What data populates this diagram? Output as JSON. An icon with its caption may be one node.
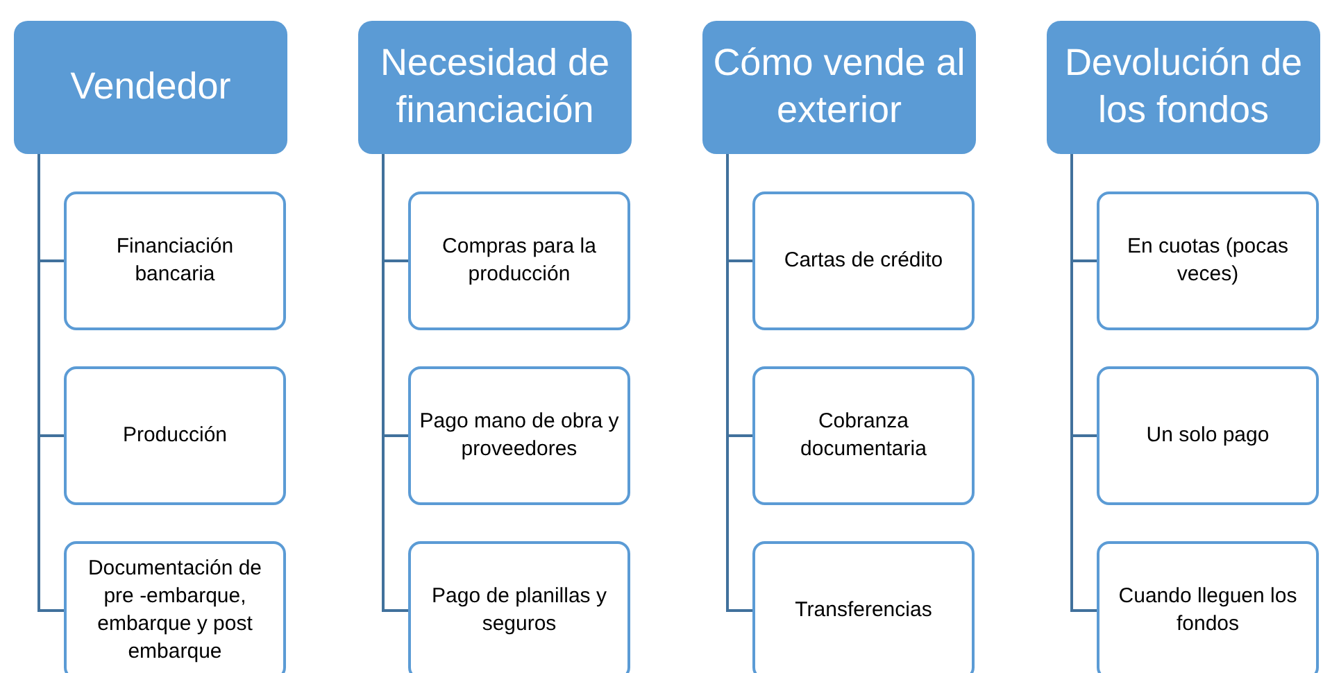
{
  "diagram": {
    "nodes": [
      {
        "text": [
          "Vendedor"
        ]
      },
      {
        "text": [
          "Financiación bancaria"
        ]
      },
      {
        "text": [
          "Producción"
        ]
      },
      {
        "text": [
          "Documentación de pre -embarque, embarque y post embarque"
        ]
      },
      {
        "text": [
          "Necesidad de financiación"
        ]
      },
      {
        "text": [
          "Compras para la producción"
        ]
      },
      {
        "text": [
          "Pago mano de obra y proveedores"
        ]
      },
      {
        "text": [
          "Pago de planillas y seguros"
        ]
      },
      {
        "text": [
          "Cómo vende al exterior"
        ]
      },
      {
        "text": [
          "Cartas de crédito"
        ]
      },
      {
        "text": [
          "Cobranza documentaria"
        ]
      },
      {
        "text": [
          "Transferencias"
        ]
      },
      {
        "text": [
          "Devolución de los fondos"
        ]
      },
      {
        "text": [
          "En cuotas (pocas veces)"
        ]
      },
      {
        "text": [
          "Un solo pago"
        ]
      },
      {
        "text": [
          "Cuando lleguen los fondos"
        ]
      }
    ],
    "edges": [
      {
        "from": 0,
        "to": 1,
        "arrow": "none"
      },
      {
        "from": 0,
        "to": 2,
        "arrow": "none"
      },
      {
        "from": 0,
        "to": 3,
        "arrow": "none"
      },
      {
        "from": 4,
        "to": 5,
        "arrow": "none"
      },
      {
        "from": 4,
        "to": 6,
        "arrow": "none"
      },
      {
        "from": 4,
        "to": 7,
        "arrow": "none"
      },
      {
        "from": 8,
        "to": 9,
        "arrow": "none"
      },
      {
        "from": 8,
        "to": 10,
        "arrow": "none"
      },
      {
        "from": 8,
        "to": 11,
        "arrow": "none"
      },
      {
        "from": 12,
        "to": 13,
        "arrow": "none"
      },
      {
        "from": 12,
        "to": 14,
        "arrow": "none"
      },
      {
        "from": 12,
        "to": 15,
        "arrow": "none"
      }
    ]
  }
}
